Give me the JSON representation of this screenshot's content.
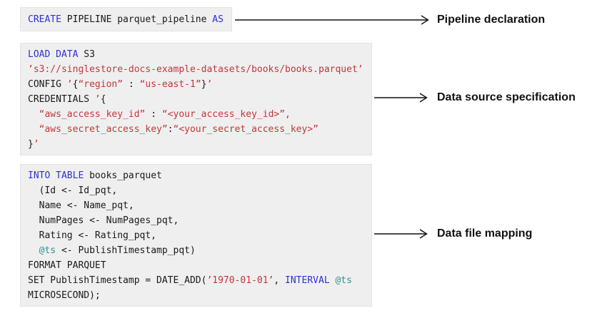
{
  "colors": {
    "keyword": "#2d32d1",
    "string": "#c3373c",
    "variable": "#2d9191",
    "code_text": "#1a1a1a",
    "block_bg": "#efefef",
    "block_border": "#e3e3e3",
    "arrow": "#111111",
    "label_text": "#111111"
  },
  "code_blocks": [
    {
      "name": "pipeline-declaration",
      "lines": [
        [
          {
            "t": "CREATE",
            "c": "kw"
          },
          {
            "t": " PIPELINE parquet_pipeline ",
            "c": "pl"
          },
          {
            "t": "AS",
            "c": "kw"
          }
        ]
      ]
    },
    {
      "name": "data-source-specification",
      "lines": [
        [
          {
            "t": "LOAD DATA",
            "c": "kw"
          },
          {
            "t": " S3",
            "c": "pl"
          }
        ],
        [
          {
            "t": "’s3://singlestore-docs-example-datasets/books/books.parquet’",
            "c": "str"
          }
        ],
        [
          {
            "t": "CONFIG ",
            "c": "pl"
          },
          {
            "t": "’",
            "c": "str"
          },
          {
            "t": "{",
            "c": "pl"
          },
          {
            "t": "“region”",
            "c": "str"
          },
          {
            "t": " : ",
            "c": "pl"
          },
          {
            "t": "“us-east-1”",
            "c": "str"
          },
          {
            "t": "}",
            "c": "pl"
          },
          {
            "t": "’",
            "c": "str"
          }
        ],
        [
          {
            "t": "CREDENTIALS ",
            "c": "pl"
          },
          {
            "t": "’",
            "c": "str"
          },
          {
            "t": "{",
            "c": "pl"
          }
        ],
        [
          {
            "t": "  ",
            "c": "pl"
          },
          {
            "t": "“aws_access_key_id”",
            "c": "str"
          },
          {
            "t": " : ",
            "c": "pl"
          },
          {
            "t": "“<your_access_key_id>”,",
            "c": "str"
          }
        ],
        [
          {
            "t": "  ",
            "c": "pl"
          },
          {
            "t": "“aws_secret_access_key”",
            "c": "str"
          },
          {
            "t": ":",
            "c": "pl"
          },
          {
            "t": "“<your_secret_access_key>”",
            "c": "str"
          }
        ],
        [
          {
            "t": "}",
            "c": "pl"
          },
          {
            "t": "’",
            "c": "str"
          }
        ]
      ]
    },
    {
      "name": "data-file-mapping",
      "lines": [
        [
          {
            "t": "INTO TABLE",
            "c": "kw"
          },
          {
            "t": " books_parquet",
            "c": "pl"
          }
        ],
        [
          {
            "t": "  (Id <- Id_pqt,",
            "c": "pl"
          }
        ],
        [
          {
            "t": "  Name <- Name_pqt,",
            "c": "pl"
          }
        ],
        [
          {
            "t": "  NumPages <- NumPages_pqt,",
            "c": "pl"
          }
        ],
        [
          {
            "t": "  Rating <- Rating_pqt,",
            "c": "pl"
          }
        ],
        [
          {
            "t": "  ",
            "c": "pl"
          },
          {
            "t": "@ts",
            "c": "var"
          },
          {
            "t": " <- PublishTimestamp_pqt)",
            "c": "pl"
          }
        ],
        [
          {
            "t": "FORMAT PARQUET",
            "c": "pl"
          }
        ],
        [
          {
            "t": "SET PublishTimestamp = DATE_ADD(",
            "c": "pl"
          },
          {
            "t": "’1970-01-01’",
            "c": "str"
          },
          {
            "t": ", ",
            "c": "pl"
          },
          {
            "t": "INTERVAL",
            "c": "kw"
          },
          {
            "t": " ",
            "c": "pl"
          },
          {
            "t": "@ts",
            "c": "var"
          }
        ],
        [
          {
            "t": "MICROSECOND);",
            "c": "pl"
          }
        ]
      ]
    }
  ],
  "annotations": [
    {
      "label": "Pipeline declaration"
    },
    {
      "label": "Data source specification"
    },
    {
      "label": "Data file mapping"
    }
  ]
}
